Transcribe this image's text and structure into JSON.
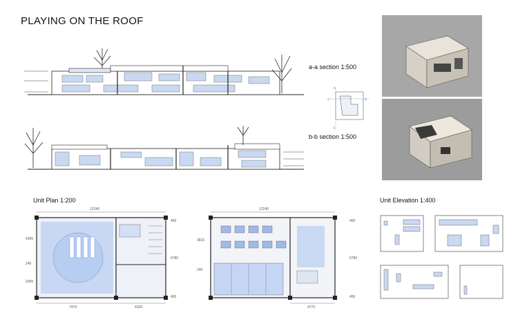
{
  "title": "PLAYING ON THE ROOF",
  "sections": {
    "aa_label": "a-a  section    1:500",
    "bb_label": "b-b  section    1:500"
  },
  "key_plan": {
    "marker_a": "a",
    "marker_b": "b"
  },
  "unit_plan": {
    "label": "Unit Plan    1:200",
    "dim_top": "12240",
    "dim_bottom_left": "7470",
    "dim_bottom_right": "4320",
    "dim_left_upper": "4395",
    "dim_left_mid": "240",
    "dim_left_lower": "2095",
    "dim_right_top": "450",
    "dim_right_mid": "6780",
    "dim_right_bottom": "450"
  },
  "upper_plan": {
    "dim_top": "12240",
    "dim_bottom": "4770",
    "dim_left_upper": "3815",
    "dim_left_lower": "240",
    "dim_right_top": "450",
    "dim_right_mid": "6780",
    "dim_right_bottom": "450"
  },
  "unit_elevation": {
    "label": "Unit Elevation    1:400"
  },
  "colors": {
    "line": "#222222",
    "blue_tint": "#8fb3e8",
    "glass": "#c9d9f2",
    "photo_bg": "#9a9a9a"
  }
}
